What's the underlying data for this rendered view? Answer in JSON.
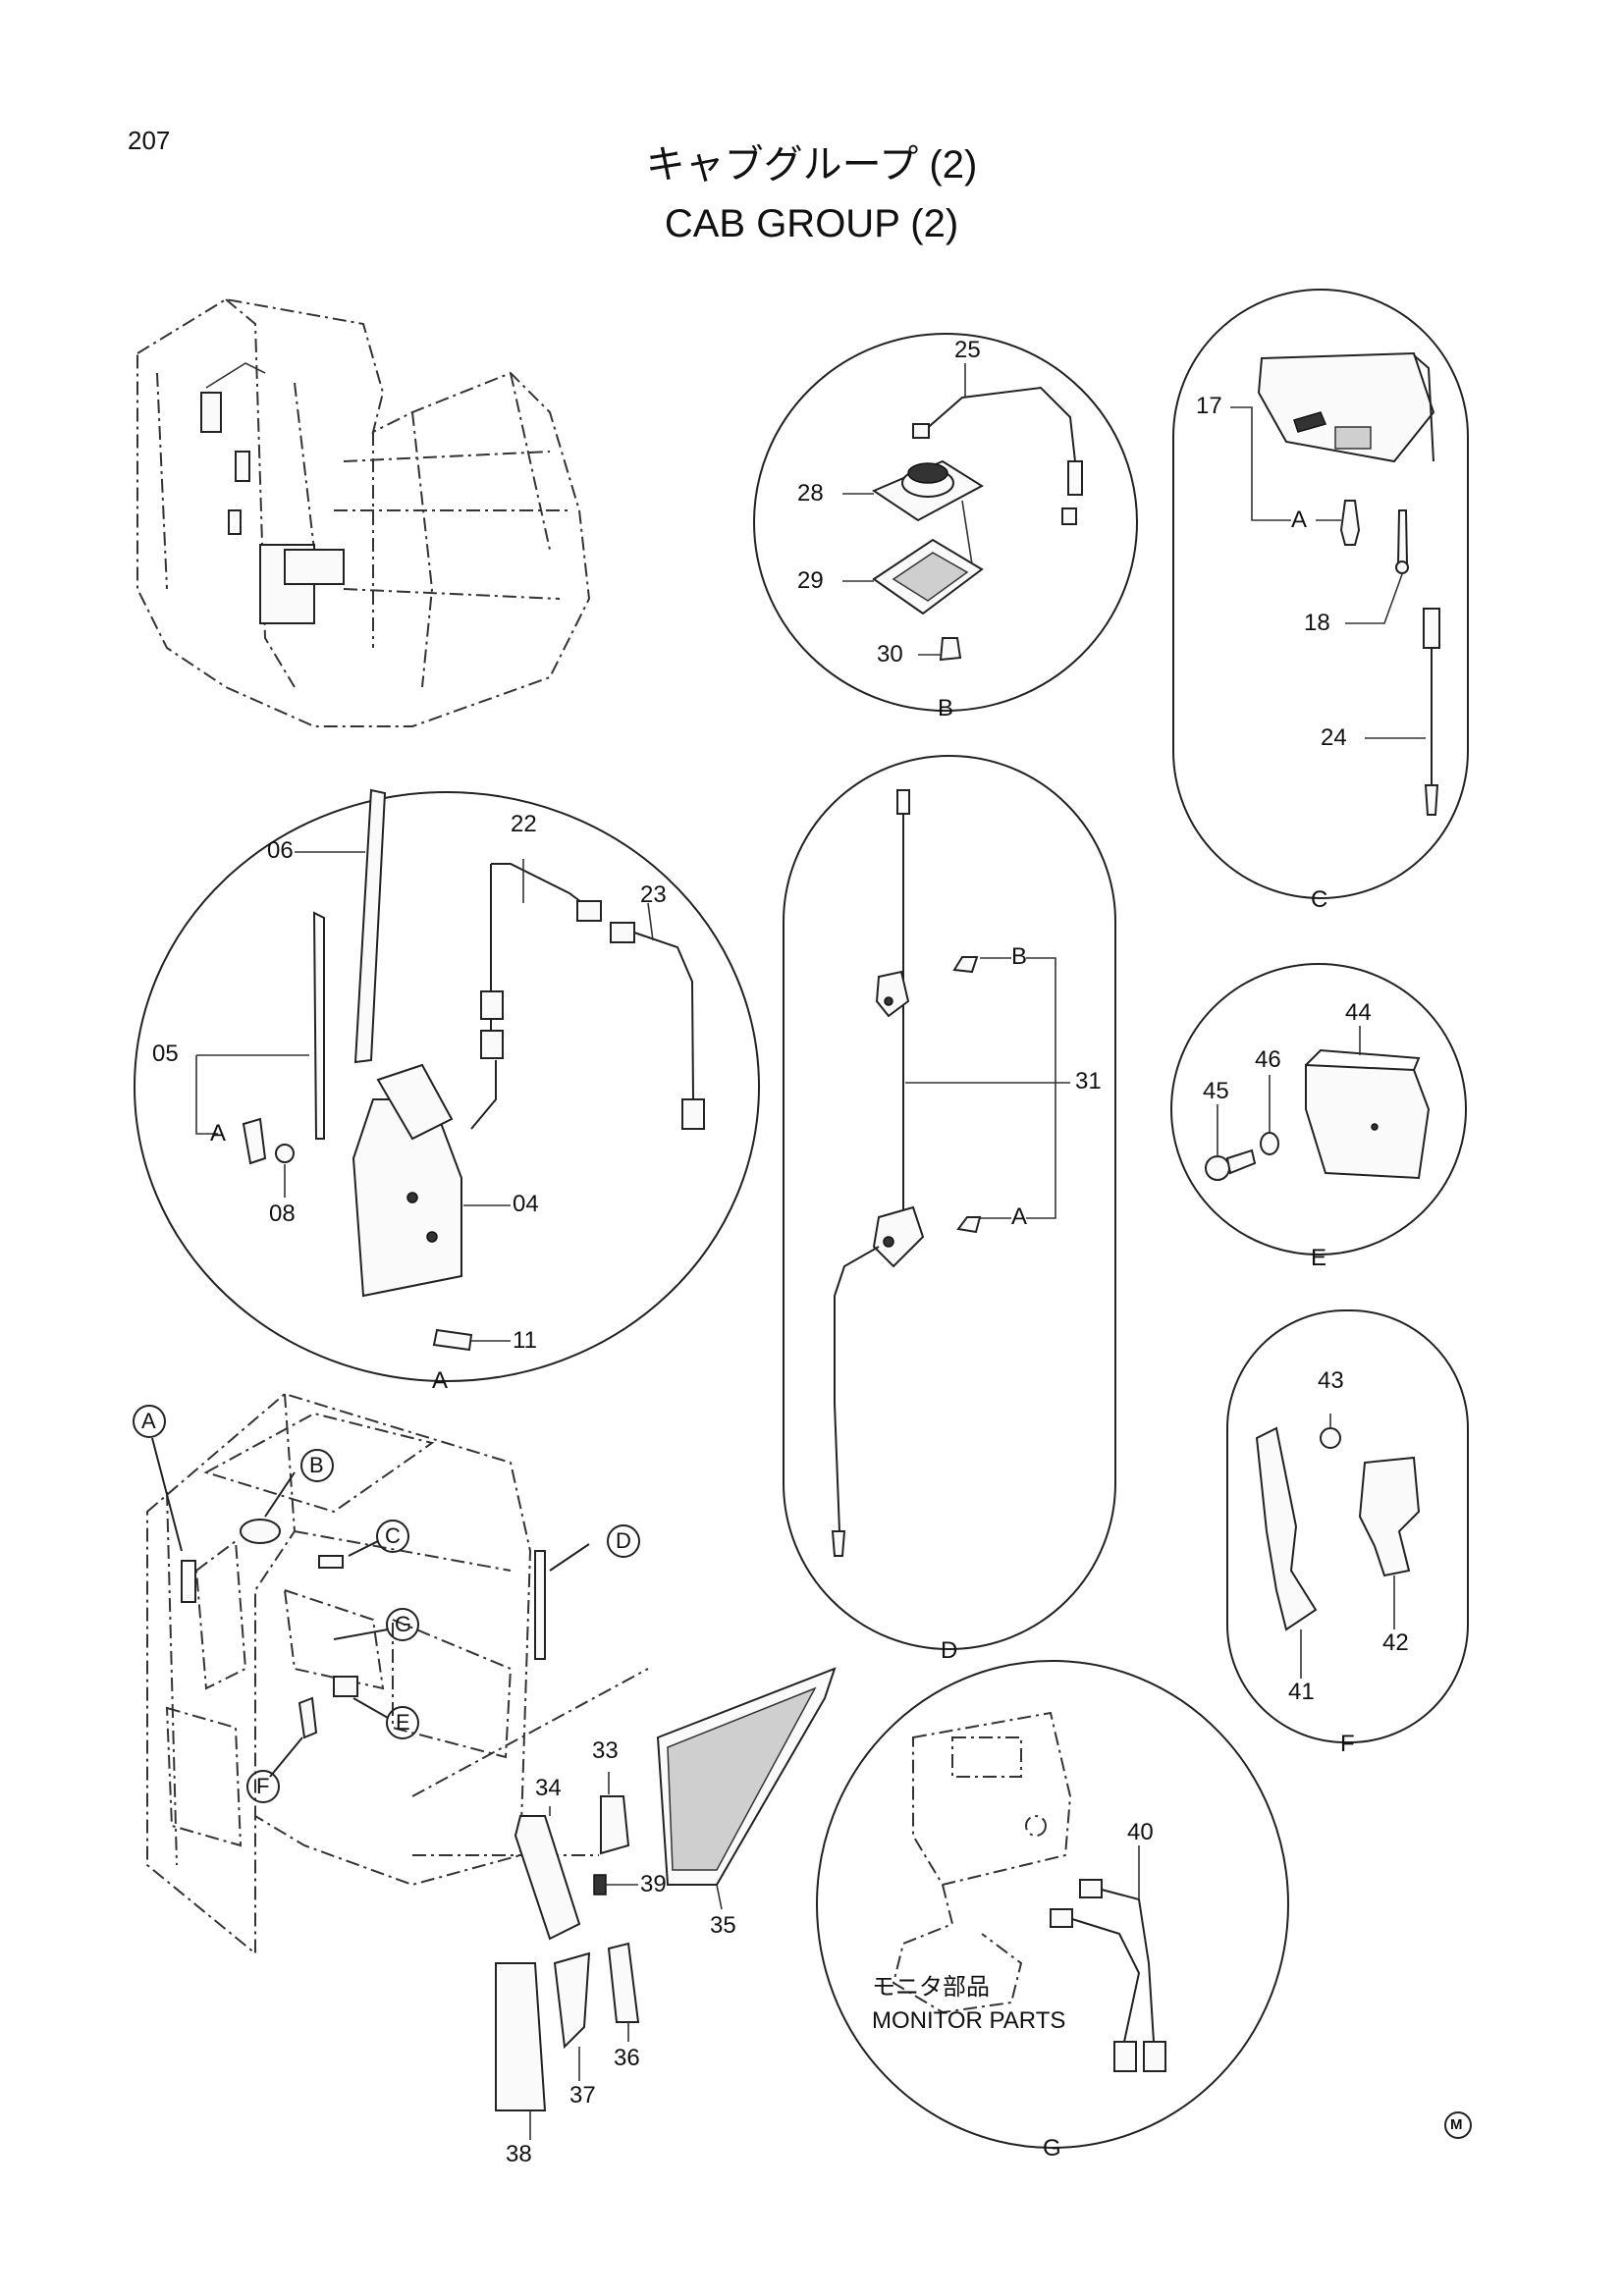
{
  "page_number": "207",
  "title_jp": "キャブグループ (2)",
  "title_en": "CAB GROUP (2)",
  "panels": {
    "A": {
      "label": "A",
      "parts": [
        "06",
        "22",
        "23",
        "05",
        "A",
        "08",
        "04",
        "11"
      ]
    },
    "B": {
      "label": "B",
      "parts": [
        "25",
        "28",
        "29",
        "30"
      ]
    },
    "C": {
      "label": "C",
      "parts": [
        "17",
        "A",
        "18",
        "24"
      ]
    },
    "D": {
      "label": "D",
      "parts": [
        "B",
        "31",
        "A"
      ]
    },
    "E": {
      "label": "E",
      "parts": [
        "44",
        "46",
        "45"
      ]
    },
    "F": {
      "label": "F",
      "parts": [
        "43",
        "42",
        "41"
      ]
    },
    "G": {
      "label": "G",
      "parts": [
        "40"
      ],
      "note_jp": "モニタ部品",
      "note_en": "MONITOR PARTS"
    }
  },
  "cab_callouts": [
    "A",
    "B",
    "C",
    "D",
    "G",
    "E",
    "F"
  ],
  "loose_parts": [
    "33",
    "34",
    "39",
    "35",
    "36",
    "37",
    "38"
  ],
  "mark": "M"
}
